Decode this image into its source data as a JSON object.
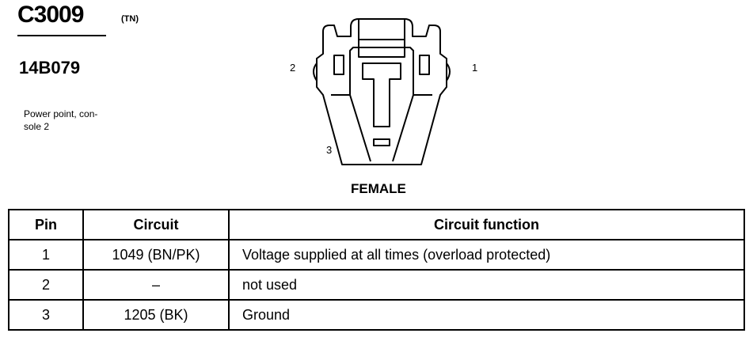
{
  "connector": {
    "id": "C3009",
    "tag": "(TN)",
    "part_number": "14B079",
    "description": "Power point, con-\nsole 2"
  },
  "diagram": {
    "pin_labels": [
      "2",
      "1",
      "3"
    ],
    "gender": "FEMALE"
  },
  "table": {
    "headers": [
      "Pin",
      "Circuit",
      "Circuit function"
    ],
    "rows": [
      {
        "pin": "1",
        "circuit": "1049 (BN/PK)",
        "function": "Voltage supplied at all times (overload protected)"
      },
      {
        "pin": "2",
        "circuit": "–",
        "function": "not used"
      },
      {
        "pin": "3",
        "circuit": "1205 (BK)",
        "function": "Ground"
      }
    ]
  }
}
